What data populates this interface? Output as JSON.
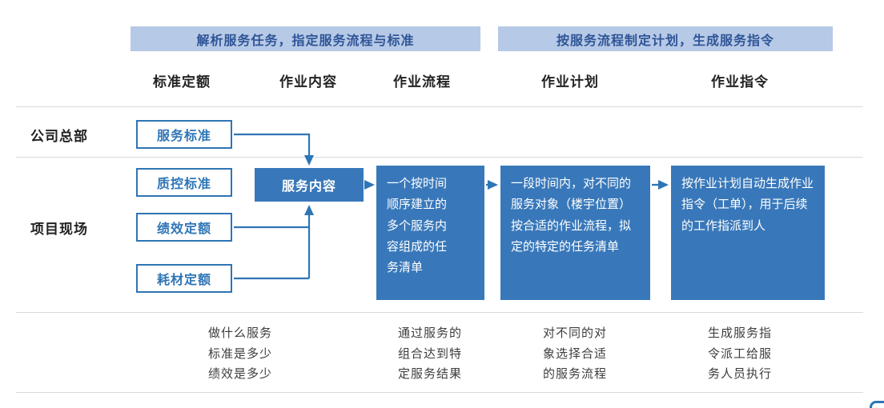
{
  "banners": {
    "left": "解析服务任务，指定服务流程与标准",
    "right": "按服务流程制定计划，生成服务指令"
  },
  "columns": {
    "c1": "标准定额",
    "c2": "作业内容",
    "c3": "作业流程",
    "c4": "作业计划",
    "c5": "作业指令"
  },
  "row_labels": {
    "hq": "公司总部",
    "site": "项目现场"
  },
  "boxes": {
    "service_standard": "服务标准",
    "quality_control": "质控标准",
    "performance_quota": "绩效定额",
    "consumables_quota": "耗材定额",
    "service_content": "服务内容",
    "process_desc": "一个按时间顺序建立的多个服务内容组成的任务清单",
    "plan_desc": "一段时间内，对不同的服务对象（楼宇位置）按合适的作业流程，拟定的特定的任务清单",
    "order_desc": "按作业计划自动生成作业指令（工单），用于后续的工作指派到人"
  },
  "notes": {
    "n1": "做什么服务\n标准是多少\n绩效是多少",
    "n2": "通过服务的\n组合达到特\n定服务结果",
    "n3": "对不同的对\n象选择合适\n的服务流程",
    "n4": "生成服务指\n令派工给服\n务人员执行"
  },
  "colors": {
    "banner_bg": "#b6c9e6",
    "banner_text": "#2f5597",
    "accent_blue": "#2e75b6",
    "box_fill": "#3878ba",
    "grid_line": "#d9d9d9"
  }
}
